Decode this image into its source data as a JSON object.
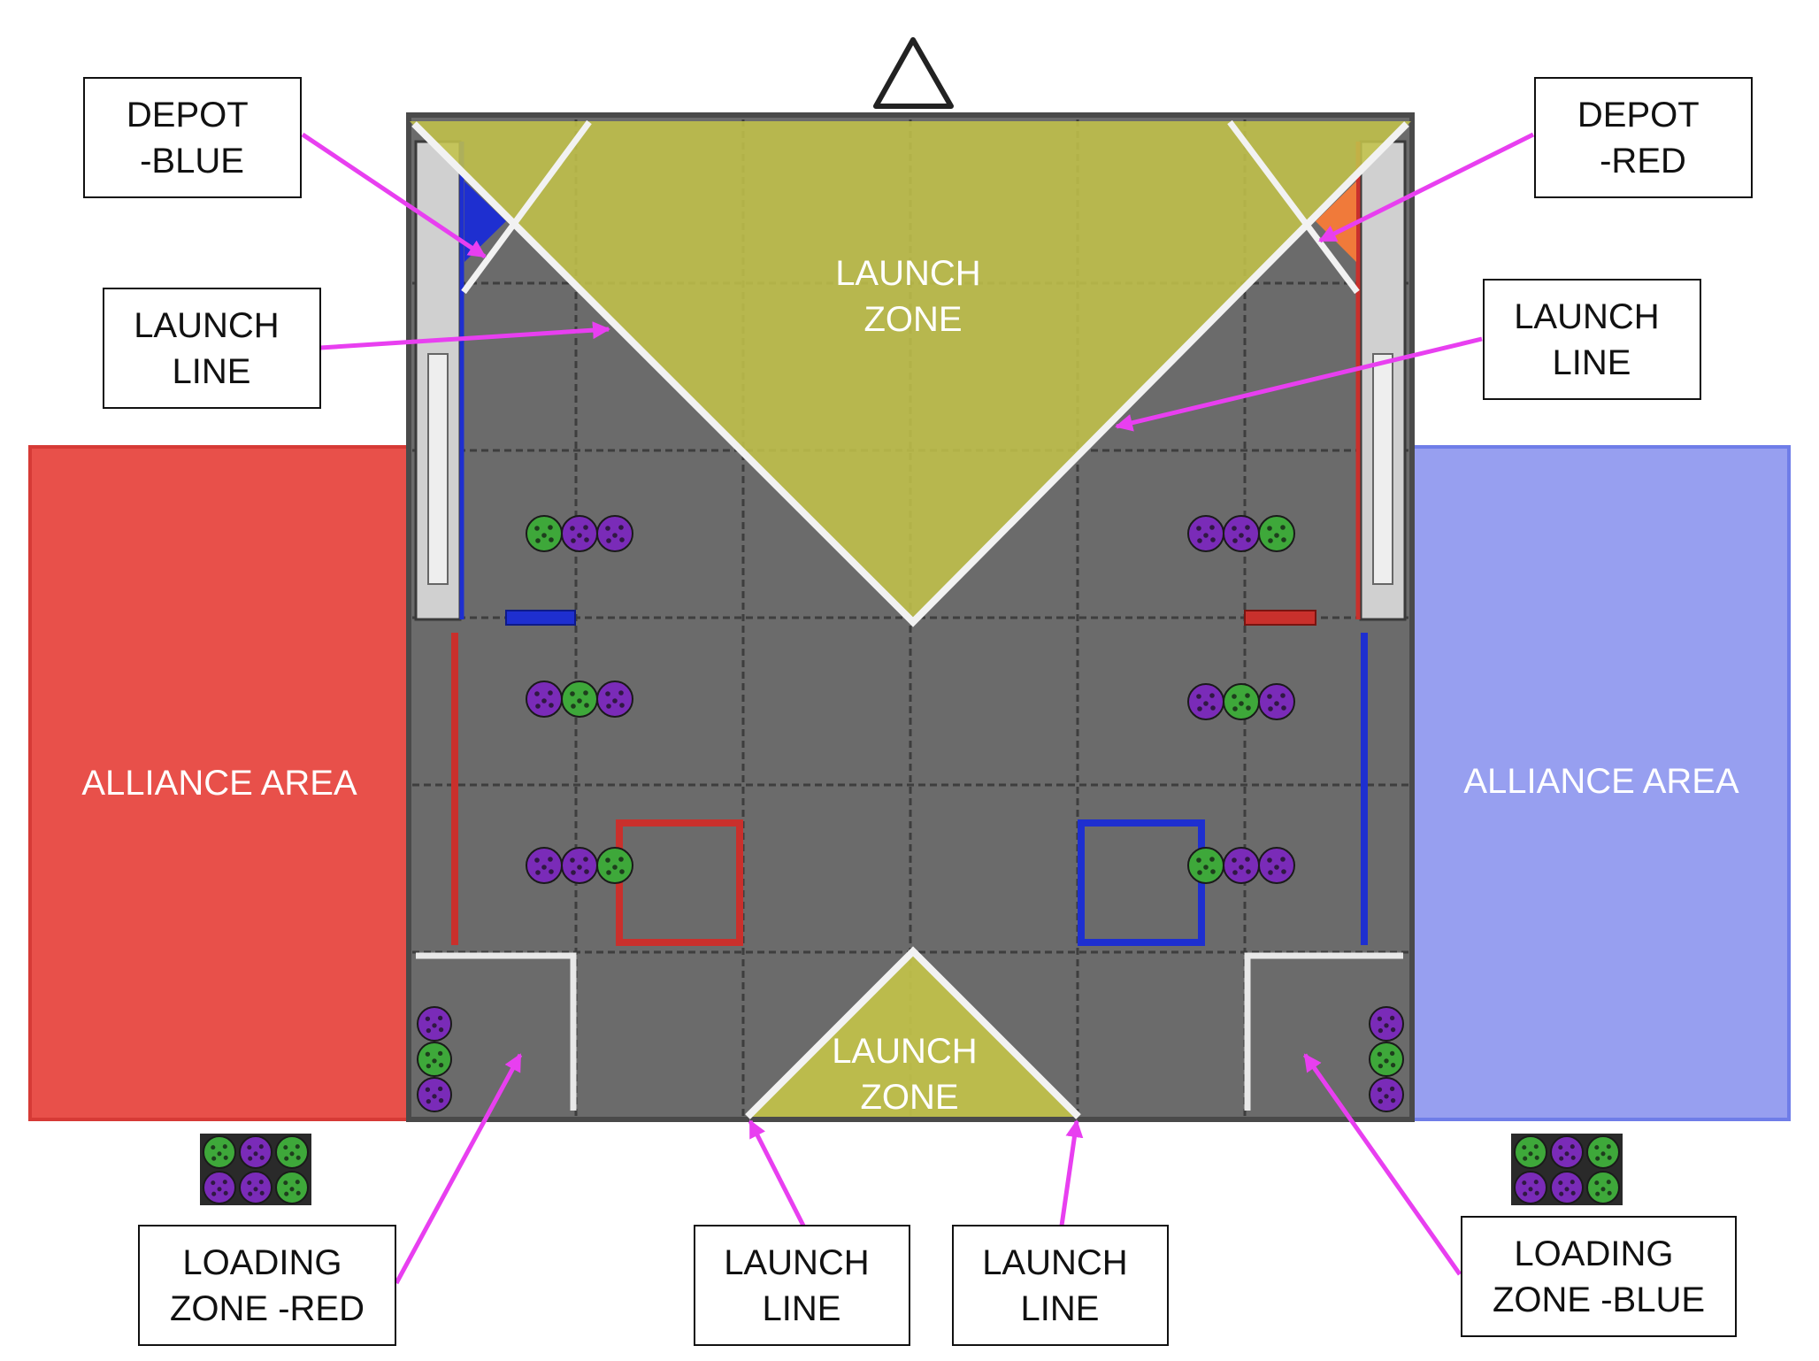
{
  "labels": {
    "depot_blue": [
      "DEPOT",
      "-BLUE"
    ],
    "depot_red": [
      "DEPOT",
      "-RED"
    ],
    "launch_line_upper_left": [
      "LAUNCH",
      "LINE"
    ],
    "launch_line_upper_right": [
      "LAUNCH",
      "LINE"
    ],
    "launch_line_bottom_left": [
      "LAUNCH",
      "LINE"
    ],
    "launch_line_bottom_right": [
      "LAUNCH",
      "LINE"
    ],
    "loading_zone_red": [
      "LOADING",
      "ZONE -RED"
    ],
    "loading_zone_blue": [
      "LOADING",
      "ZONE -BLUE"
    ]
  },
  "field_text": {
    "alliance_area_red": "ALLIANCE AREA",
    "alliance_area_blue": "ALLIANCE AREA",
    "launch_zone_top": [
      "LAUNCH",
      "ZONE"
    ],
    "launch_zone_bottom": [
      "LAUNCH",
      "ZONE"
    ]
  },
  "colors": {
    "field": "#6b6b6b",
    "alliance_red": "#e8504a",
    "alliance_blue": "#979ff0",
    "launch_zone": "#c2c24a",
    "arrow": "#e83ff0",
    "ball_purple": "#7a2bb8",
    "ball_green": "#3ea83a",
    "depot_blue": "#1e2fd0",
    "depot_red": "#f07a3a"
  },
  "artifact_rows": [
    [
      "green",
      "purple",
      "purple"
    ],
    [
      "purple",
      "green",
      "purple"
    ],
    [
      "purple",
      "purple",
      "green"
    ],
    [
      "purple",
      "purple",
      "green"
    ],
    [
      "purple",
      "green",
      "purple"
    ],
    [
      "green",
      "purple",
      "purple"
    ]
  ],
  "loading_stacks": [
    [
      "purple",
      "green",
      "purple"
    ],
    [
      "purple",
      "green",
      "purple"
    ]
  ],
  "spare_trays": [
    [
      "green",
      "purple",
      "green",
      "purple",
      "purple",
      "green"
    ],
    [
      "green",
      "purple",
      "green",
      "purple",
      "purple",
      "green"
    ]
  ]
}
